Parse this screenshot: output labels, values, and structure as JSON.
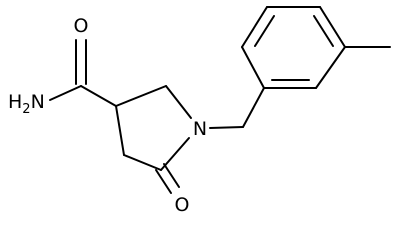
{
  "molecule": {
    "atom_labels": {
      "amide_oxygen": "O",
      "amine_N": "N",
      "amine_H": "H",
      "amine_H_count": "2",
      "ring_nitrogen": "N",
      "lactam_oxygen": "O"
    },
    "colors": {
      "bond": "#000000",
      "text": "#000000",
      "background": "#ffffff"
    }
  }
}
